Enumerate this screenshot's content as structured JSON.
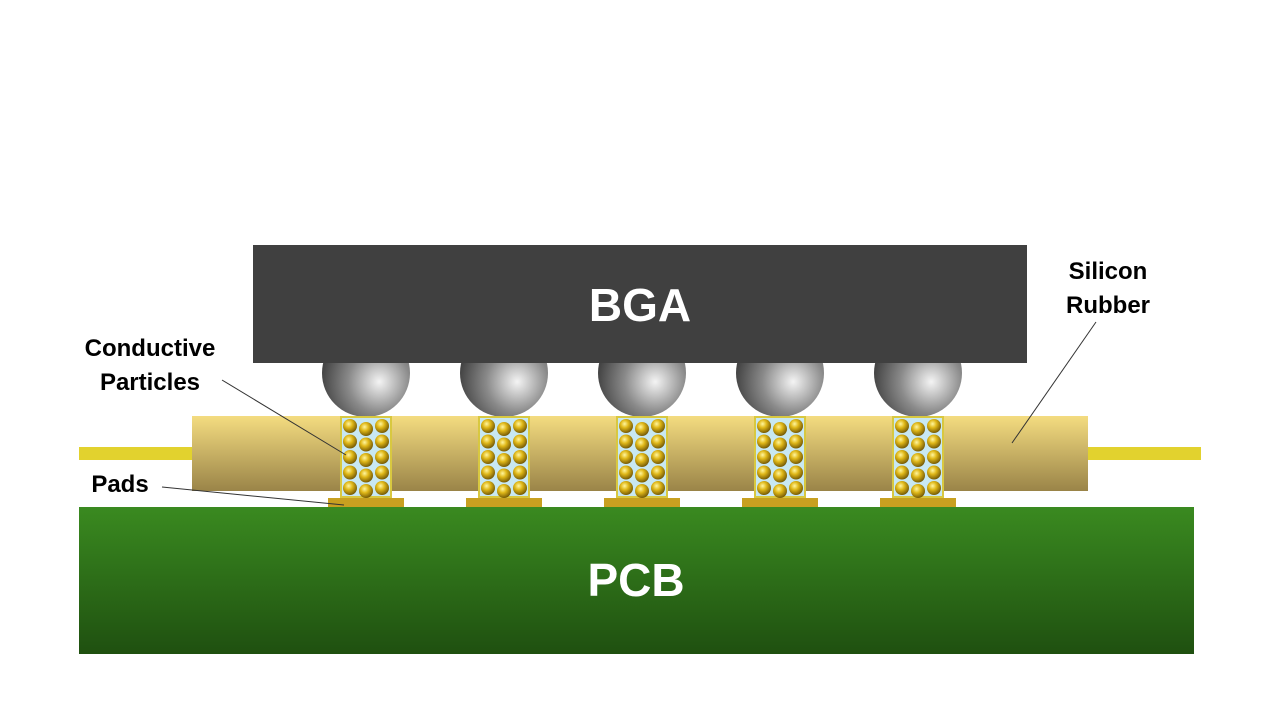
{
  "labels": {
    "bga": "BGA",
    "pcb": "PCB",
    "conductive_particles": [
      "Conductive",
      "Particles"
    ],
    "silicon_rubber": [
      "Silicon",
      "Rubber"
    ],
    "pads": "Pads"
  },
  "colors": {
    "bga": "#404040",
    "pcb_top": "#3a8a20",
    "pcb_bottom": "#1f5010",
    "rubber_top": "#f4dc80",
    "rubber_bottom": "#9a8448",
    "trace": "#e2d22e",
    "pad": "#c8a020",
    "column_fill": "#c8e8f2",
    "particle": "#d8b010"
  },
  "connections": 5,
  "particle_grid": {
    "columns": 3,
    "rows": 5
  }
}
